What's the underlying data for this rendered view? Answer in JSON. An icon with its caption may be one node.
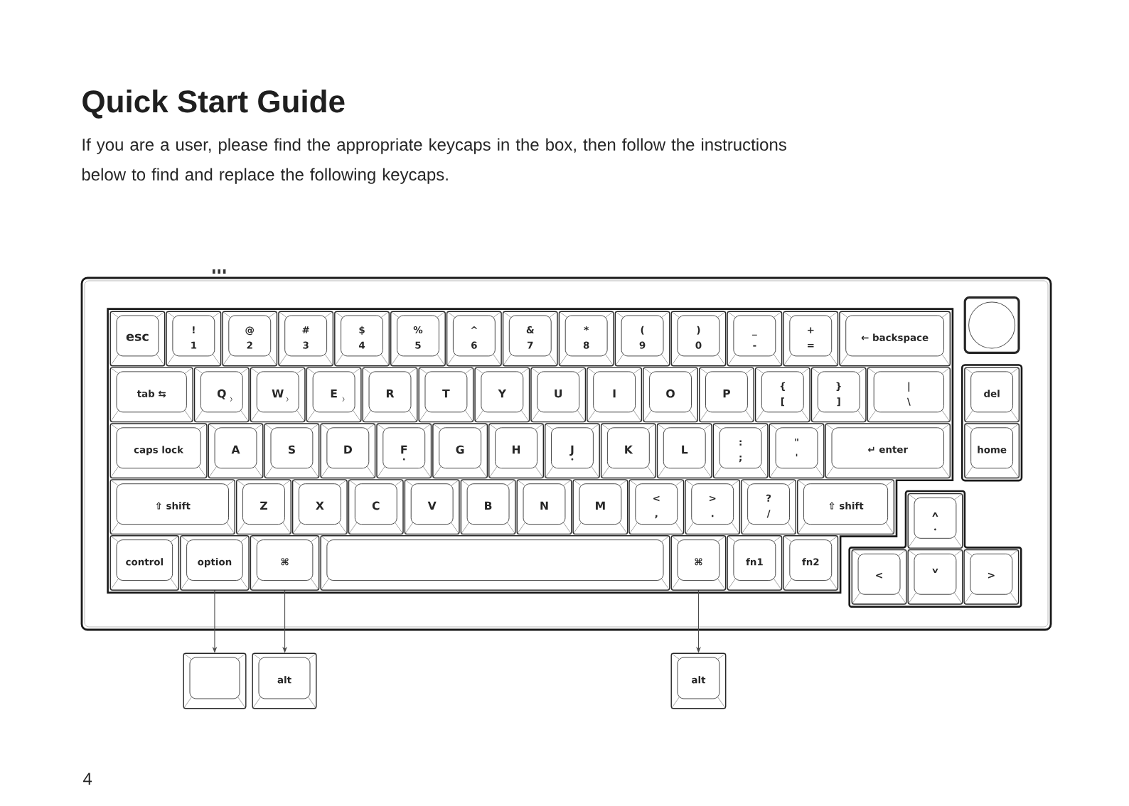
{
  "diagram": {
    "title": "Quick Start Guide",
    "nodes": [
      {
        "text": [
          "esc"
        ]
      },
      {
        "text": [
          "!",
          "1"
        ]
      },
      {
        "text": [
          "@",
          "2"
        ]
      },
      {
        "text": [
          "#",
          "3"
        ]
      },
      {
        "text": [
          "$",
          "4"
        ]
      },
      {
        "text": [
          "%",
          "5"
        ]
      },
      {
        "text": [
          "^",
          "6"
        ]
      },
      {
        "text": [
          "&",
          "7"
        ]
      },
      {
        "text": [
          "*",
          "8"
        ]
      },
      {
        "text": [
          "(",
          "9"
        ]
      },
      {
        "text": [
          ")",
          "0"
        ]
      },
      {
        "text": [
          "_",
          "-"
        ]
      },
      {
        "text": [
          "+",
          "="
        ]
      },
      {
        "text": [
          "← backspace"
        ]
      },
      {
        "text": [],
        "shape": "circle"
      },
      {
        "text": [
          "tab ⇆"
        ]
      },
      {
        "text": [
          "Q"
        ]
      },
      {
        "text": [
          "W"
        ]
      },
      {
        "text": [
          "E"
        ]
      },
      {
        "text": [
          "R"
        ]
      },
      {
        "text": [
          "T"
        ]
      },
      {
        "text": [
          "Y"
        ]
      },
      {
        "text": [
          "U"
        ]
      },
      {
        "text": [
          "I"
        ]
      },
      {
        "text": [
          "O"
        ]
      },
      {
        "text": [
          "P"
        ]
      },
      {
        "text": [
          "{",
          "["
        ]
      },
      {
        "text": [
          "}",
          "]"
        ]
      },
      {
        "text": [
          "|",
          "\\"
        ]
      },
      {
        "text": [
          "del"
        ]
      },
      {
        "text": [
          "caps lock"
        ]
      },
      {
        "text": [
          "A"
        ]
      },
      {
        "text": [
          "S"
        ]
      },
      {
        "text": [
          "D"
        ]
      },
      {
        "text": [
          "F"
        ]
      },
      {
        "text": [
          "G"
        ]
      },
      {
        "text": [
          "H"
        ]
      },
      {
        "text": [
          "J"
        ]
      },
      {
        "text": [
          "K"
        ]
      },
      {
        "text": [
          "L"
        ]
      },
      {
        "text": [
          ":",
          ";"
        ]
      },
      {
        "text": [
          "\"",
          "'"
        ]
      },
      {
        "text": [
          "↵ enter"
        ]
      },
      {
        "text": [
          "home"
        ]
      },
      {
        "text": [
          "⇧ shift"
        ]
      },
      {
        "text": [
          "Z"
        ]
      },
      {
        "text": [
          "X"
        ]
      },
      {
        "text": [
          "C"
        ]
      },
      {
        "text": [
          "V"
        ]
      },
      {
        "text": [
          "B"
        ]
      },
      {
        "text": [
          "N"
        ]
      },
      {
        "text": [
          "M"
        ]
      },
      {
        "text": [
          "<",
          ","
        ]
      },
      {
        "text": [
          ">",
          "."
        ]
      },
      {
        "text": [
          "?",
          "/"
        ]
      },
      {
        "text": [
          "⇧ shift"
        ]
      },
      {
        "text": [
          "˄"
        ]
      },
      {
        "text": [
          "control"
        ]
      },
      {
        "text": [
          "option"
        ]
      },
      {
        "text": [
          "⌘"
        ]
      },
      {
        "text": [],
        "shape": "box"
      },
      {
        "text": [
          "⌘"
        ]
      },
      {
        "text": [
          "fn1"
        ]
      },
      {
        "text": [
          "fn2"
        ]
      },
      {
        "text": [
          "<"
        ]
      },
      {
        "text": [
          "˅"
        ]
      },
      {
        "text": [
          ">"
        ]
      },
      {
        "text": [],
        "shape": "box"
      },
      {
        "text": [
          "alt"
        ]
      },
      {
        "text": [
          "alt"
        ]
      }
    ],
    "edges": [
      {
        "from": 58,
        "to": 67,
        "arrow": "to"
      },
      {
        "from": 59,
        "to": 68,
        "arrow": "to"
      },
      {
        "from": 61,
        "to": 69,
        "arrow": "to"
      }
    ],
    "labels": [
      "If you are a user, please find the appropriate keycaps in the box, then follow the instructions below to find and replace the following keycaps.",
      "4"
    ]
  }
}
